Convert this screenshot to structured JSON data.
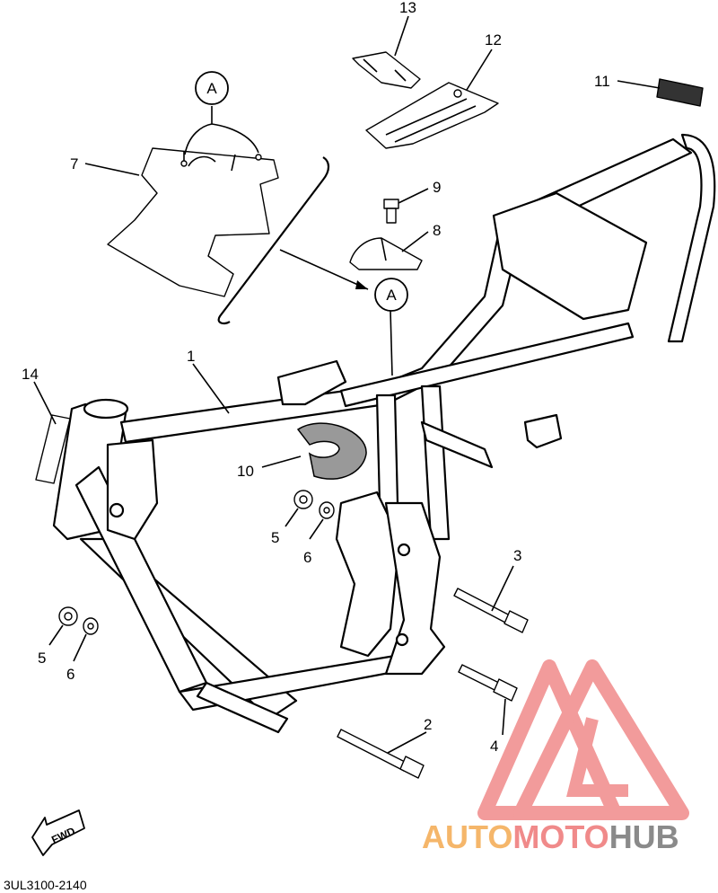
{
  "diagram_code": "3UL3100-2140",
  "fwd_label": "FWD",
  "ref_marker": "A",
  "watermark": {
    "part1": "AUTO",
    "part2": "MOTO",
    "part3": "HUB",
    "color1": "#f5b66a",
    "color2": "#f08a8a",
    "color3": "#8a8a8a"
  },
  "callouts": {
    "c1": "1",
    "c2": "2",
    "c3": "3",
    "c4": "4",
    "c5a": "5",
    "c5b": "5",
    "c6a": "6",
    "c6b": "6",
    "c7": "7",
    "c8": "8",
    "c9": "9",
    "c10": "10",
    "c11": "11",
    "c12": "12",
    "c13": "13",
    "c14": "14"
  }
}
